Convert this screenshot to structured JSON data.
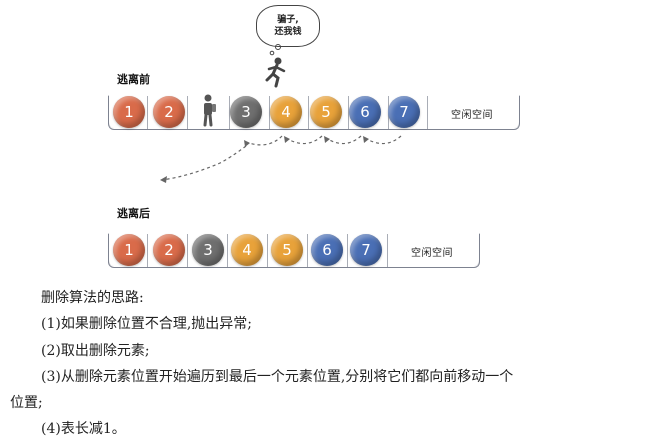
{
  "before": {
    "label": "逃离前",
    "free_space_label": "空闲空间",
    "balls": [
      {
        "text": "1",
        "color": "#d96b4a"
      },
      {
        "text": "2",
        "color": "#d96b4a"
      },
      {
        "text": "3",
        "color": "#6f6f6f"
      },
      {
        "text": "4",
        "color": "#e8a23a"
      },
      {
        "text": "5",
        "color": "#e8a23a"
      },
      {
        "text": "6",
        "color": "#4a6fb5"
      },
      {
        "text": "7",
        "color": "#4a6fb5"
      }
    ],
    "speech": {
      "line1": "骗子,",
      "line2": "还我钱"
    }
  },
  "after": {
    "label": "逃离后",
    "free_space_label": "空闲空间",
    "balls": [
      {
        "text": "1",
        "color": "#d96b4a"
      },
      {
        "text": "2",
        "color": "#d96b4a"
      },
      {
        "text": "3",
        "color": "#6f6f6f"
      },
      {
        "text": "4",
        "color": "#e8a23a"
      },
      {
        "text": "5",
        "color": "#e8a23a"
      },
      {
        "text": "6",
        "color": "#4a6fb5"
      },
      {
        "text": "7",
        "color": "#4a6fb5"
      }
    ]
  },
  "text": {
    "heading": "删除算法的思路:",
    "step1": "(1)如果删除位置不合理,抛出异常;",
    "step2": "(2)取出删除元素;",
    "step3": "(3)从删除元素位置开始遍历到最后一个元素位置,分别将它们都向前移动一个",
    "step3_cont": "位置;",
    "step4": "(4)表长减1。"
  },
  "icons": [
    "thought-bubble-icon",
    "running-person-icon",
    "standing-person-icon",
    "dashed-arrow-icon"
  ]
}
